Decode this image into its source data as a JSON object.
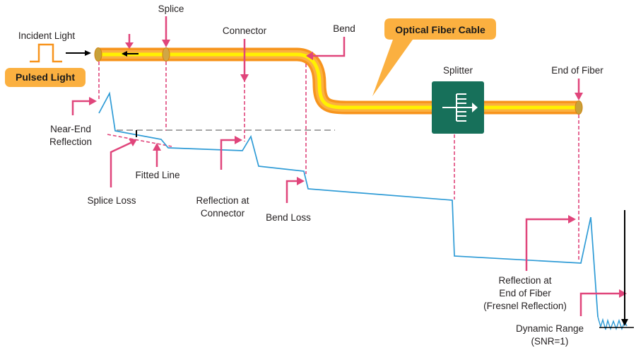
{
  "labels": {
    "incident_light": "Incident Light",
    "pulsed_light": "Pulsed Light",
    "splice": "Splice",
    "connector": "Connector",
    "bend": "Bend",
    "optical_fiber_cable": "Optical Fiber Cable",
    "splitter": "Splitter",
    "end_of_fiber": "End of Fiber",
    "near_end_reflection": [
      "Near-End",
      "Reflection"
    ],
    "fitted_line": "Fitted Line",
    "splice_loss": "Splice Loss",
    "reflection_at_connector": [
      "Reflection at",
      "Connector"
    ],
    "bend_loss": "Bend Loss",
    "reflection_at_end": [
      "Reflection at",
      "End of Fiber",
      "(Fresnel Reflection)"
    ],
    "dynamic_range": [
      "Dynamic Range",
      "(SNR=1)"
    ]
  },
  "colors": {
    "fiber_outer": "#f7941d",
    "fiber_inner": "#fff200",
    "callout_yellow": "#fbb040",
    "pink": "#e0457b",
    "trace_blue": "#2e9bd6",
    "splitter_green": "#17705a",
    "pulse_orange": "#f7941d",
    "gray_dash": "#999999",
    "arrow_black": "#000000"
  }
}
